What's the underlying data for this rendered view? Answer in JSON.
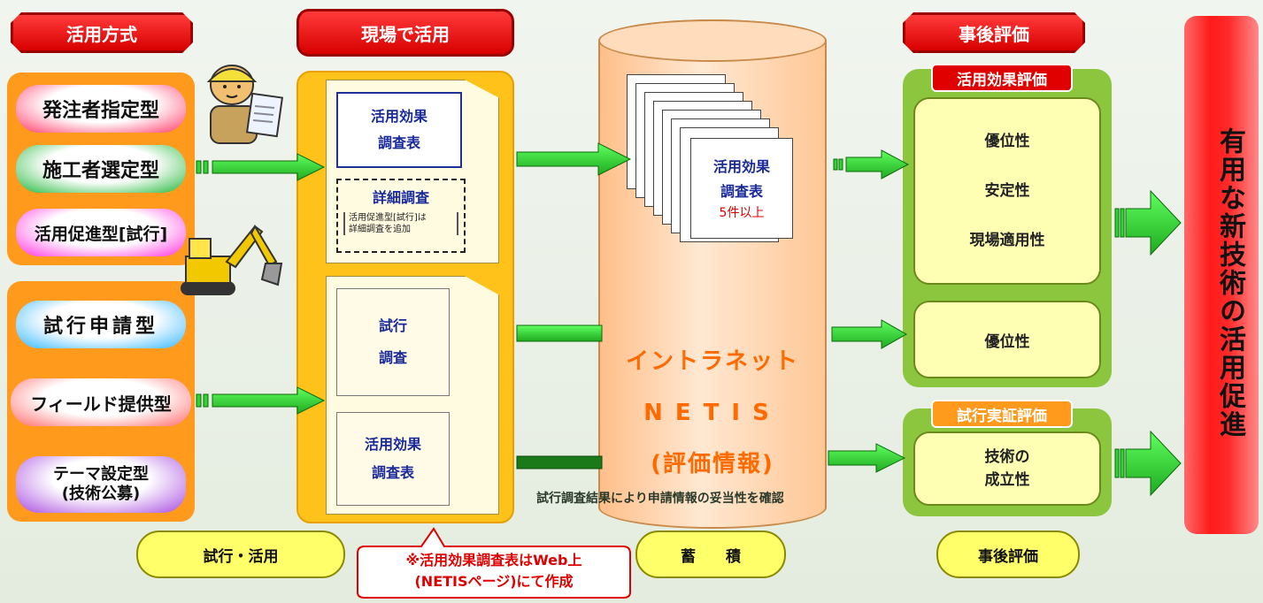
{
  "headers": {
    "method": "活用方式",
    "site": "現場で活用",
    "post_eval": "事後評価"
  },
  "left": {
    "top_items": [
      "発注者指定型",
      "施工者選定型",
      "活用促進型[試行]"
    ],
    "bottom_items": [
      "試行申請型",
      "フィールド提供型"
    ],
    "theme_line1": "テーマ設定型",
    "theme_line2": "(技術公募)"
  },
  "site": {
    "survey1_line1": "活用効果",
    "survey1_line2": "調査表",
    "detail_title": "詳細調査",
    "detail_note_line1": "活用促進型[試行]は",
    "detail_note_line2": "詳細調査を追加",
    "trial_line1": "試行",
    "trial_line2": "調査",
    "survey2_line1": "活用効果",
    "survey2_line2": "調査表"
  },
  "netis": {
    "sheet_line1": "活用効果",
    "sheet_line2": "調査表",
    "sheet_count": "5件以上",
    "label_line1": "イントラネット",
    "label_line2": "NETIS",
    "label_line3": "(評価情報)",
    "verify_note": "試行調査結果により申請情報の妥当性を確認"
  },
  "evaluation": {
    "effect_title": "活用効果評価",
    "effect_items": [
      "優位性",
      "安定性",
      "現場適用性"
    ],
    "superiority": "優位性",
    "trial_title": "試行実証評価",
    "trial_line1": "技術の",
    "trial_line2": "成立性"
  },
  "promotion_text": "有用な新技術の活用促進",
  "bottom": {
    "trial_use": "試行・活用",
    "note_line1": "※活用効果調査表はWeb上",
    "note_line2": "(NETISページ)にて作成",
    "accumulate": "蓄　　積",
    "post_eval": "事後評価"
  },
  "colors": {
    "header_red": "#e00000",
    "orange": "#ff9a1c",
    "arrow_green": "#2fd62f",
    "cylinder": "#ffd6b0",
    "eval_green": "#8cc63f",
    "yellow": "#ffff6a"
  },
  "icons": [
    "worker-with-clipboard-icon",
    "excavator-icon"
  ]
}
